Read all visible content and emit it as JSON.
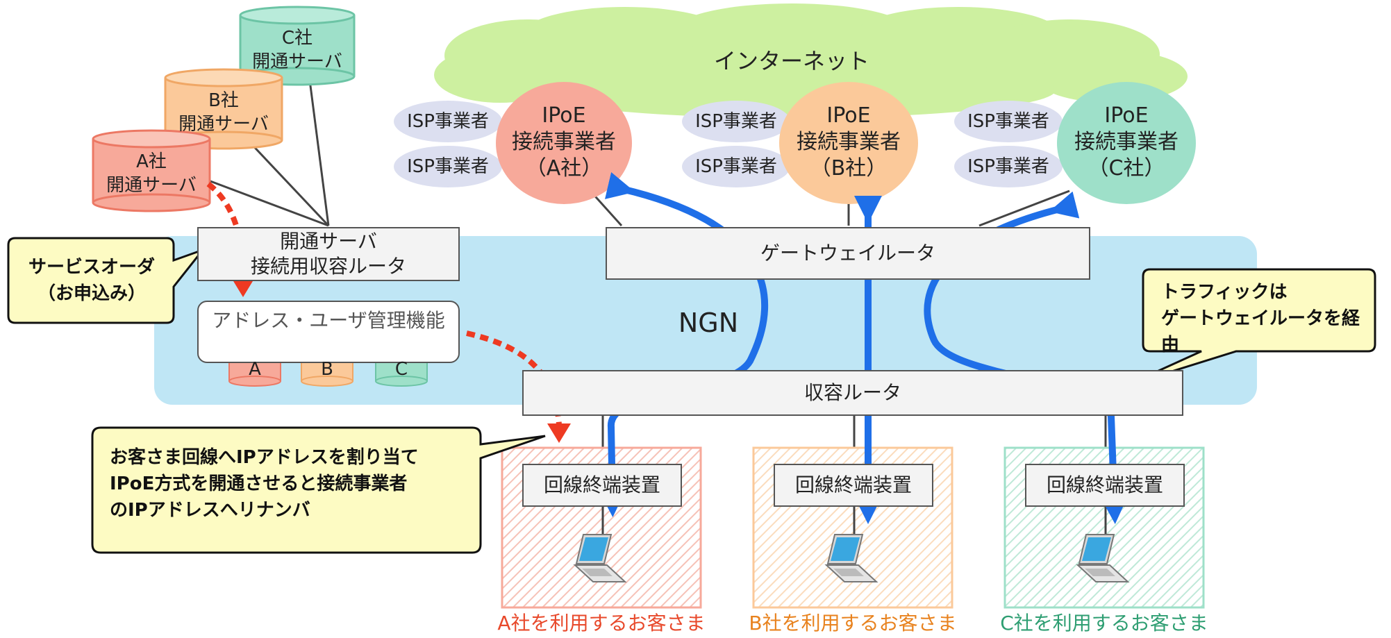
{
  "colors": {
    "company_a": "#f7a99a",
    "company_b": "#fbc99a",
    "company_c": "#9ee0c9",
    "internet_cloud": "#cdf0a0",
    "ngn_area": "#bfe6f5",
    "isp_bubble": "#dcdff0",
    "callout_fill": "#fdfbc3",
    "traffic_arrow": "#1f6fe8",
    "order_arrow": "#ee3a22",
    "label_a": "#e8492b",
    "label_b": "#e8821e",
    "label_c": "#2e9e72"
  },
  "servers": {
    "c": "C社\n開通サーバ",
    "b": "B社\n開通サーバ",
    "a": "A社\n開通サーバ"
  },
  "internet": {
    "label": "インターネット"
  },
  "isp": {
    "a_top": "ISP事業者",
    "a_bottom": "ISP事業者",
    "b_top": "ISP事業者",
    "b_bottom": "ISP事業者",
    "c_top": "ISP事業者",
    "c_bottom": "ISP事業者"
  },
  "ipoe": {
    "a": "IPoE\n接続事業者\n（A社）",
    "b": "IPoE\n接続事業者\n（B社）",
    "c": "IPoE\n接続事業者\n（C社）"
  },
  "ngn": {
    "label": "NGN"
  },
  "routers": {
    "provision_line1": "開通サーバ",
    "provision_line2": "接続用収容ルータ",
    "gateway": "ゲートウェイルータ",
    "accommodation": "収容ルータ"
  },
  "mgmt": {
    "label": "アドレス・ユーザ管理機能",
    "db_a": "A",
    "db_b": "B",
    "db_c": "C"
  },
  "terminals": {
    "a": "回線終端装置",
    "b": "回線終端装置",
    "c": "回線終端装置"
  },
  "customers": {
    "a": "A社を利用するお客さま",
    "b": "B社を利用するお客さま",
    "c": "C社を利用するお客さま"
  },
  "callouts": {
    "service_order": "サービスオーダ\n（お申込み）",
    "traffic": "トラフィックは\nゲートウェイルータを経由",
    "assign": "お客さま回線へIPアドレスを割り当て\nIPoE方式を開通させると接続事業者\nのIPアドレスへリナンバ"
  },
  "icons": {
    "laptop": "laptop-icon",
    "database": "database-icon"
  }
}
